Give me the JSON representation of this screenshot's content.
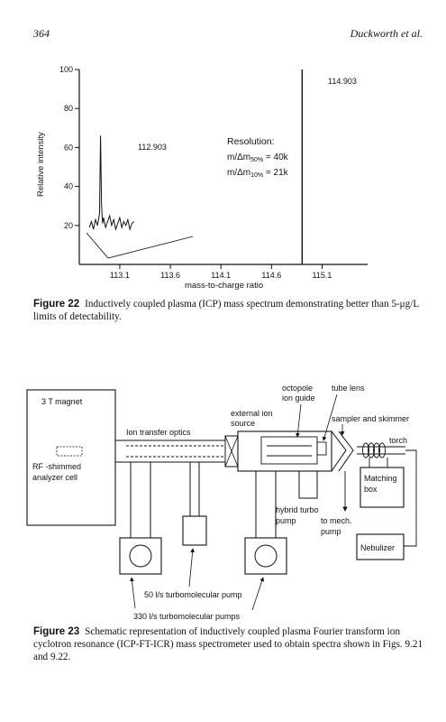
{
  "running_header": {
    "page_number": "364",
    "author": "Duckworth et al."
  },
  "chart_data": {
    "type": "line",
    "title": "",
    "xlabel": "mass-to-charge ratio",
    "ylabel": "Relative intensity",
    "xlim": [
      112.7,
      115.55
    ],
    "ylim": [
      0,
      100
    ],
    "x_ticks": [
      "113.1",
      "113.6",
      "114.1",
      "114.6",
      "115.1"
    ],
    "x_tick_values": [
      113.1,
      113.6,
      114.1,
      114.6,
      115.1
    ],
    "y_ticks": [
      "20",
      "40",
      "60",
      "80",
      "100"
    ],
    "y_tick_values": [
      20,
      40,
      60,
      80,
      100
    ],
    "grid": false,
    "series": [
      {
        "name": "",
        "x": [
          114.903,
          114.903,
          114.903
        ],
        "y": [
          0,
          100,
          0
        ]
      }
    ],
    "inset_series": [
      {
        "name": "",
        "x": [
          112.8,
          112.82,
          112.84,
          112.86,
          112.88,
          112.9,
          112.91,
          112.92,
          112.93,
          112.94,
          112.96,
          112.98,
          113.0,
          113.02,
          113.04,
          113.06,
          113.08,
          113.1,
          113.12,
          113.14,
          113.16,
          113.18,
          113.2,
          113.22,
          113.24
        ],
        "y": [
          19,
          22,
          18,
          23,
          20,
          26,
          66,
          30,
          21,
          24,
          19,
          22,
          25,
          20,
          23,
          18,
          21,
          24,
          19,
          22,
          20,
          23,
          18,
          21,
          22
        ]
      }
    ],
    "annotations": {
      "peak_main": "114.903",
      "peak_inset": "112.903",
      "resolution_title": "Resolution:",
      "resolution_50_prefix": "m/Δm",
      "resolution_50_sub": "50%",
      "resolution_50_value": " = 40k",
      "resolution_10_prefix": "m/Δm",
      "resolution_10_sub": "10%",
      "resolution_10_value": " = 21k"
    }
  },
  "figure22": {
    "label": "Figure 22",
    "caption": "Inductively coupled plasma (ICP) mass spectrum demonstrating better than 5-μg/L limits of detectability."
  },
  "figure23": {
    "label": "Figure 23",
    "caption": "Schematic representation of inductively coupled plasma Fourier transform ion cyclotron resonance (ICP-FT-ICR) mass spectrometer used to obtain spectra shown in Figs. 9.21 and 9.22.",
    "labels": {
      "magnet": "3 T magnet",
      "rf_line1": "RF -shimmed",
      "rf_line2": "analyzer cell",
      "ion_transfer": "Ion transfer optics",
      "external_line1": "external ion",
      "external_line2": "source",
      "octopole_line1": "octopole",
      "octopole_line2": "ion guide",
      "tube_lens": "tube lens",
      "sampler": "sampler and skimmer",
      "torch": "torch",
      "matching_line1": "Matching",
      "matching_line2": "box",
      "hybrid_line1": "hybrid turbo",
      "hybrid_line2": "pump",
      "mech_line1": "to mech.",
      "mech_line2": "pump",
      "nebulizer": "Nebulizer",
      "pump50": "50 l/s turbomolecular pump",
      "pump330": "330 l/s turbomolecular pumps"
    }
  }
}
